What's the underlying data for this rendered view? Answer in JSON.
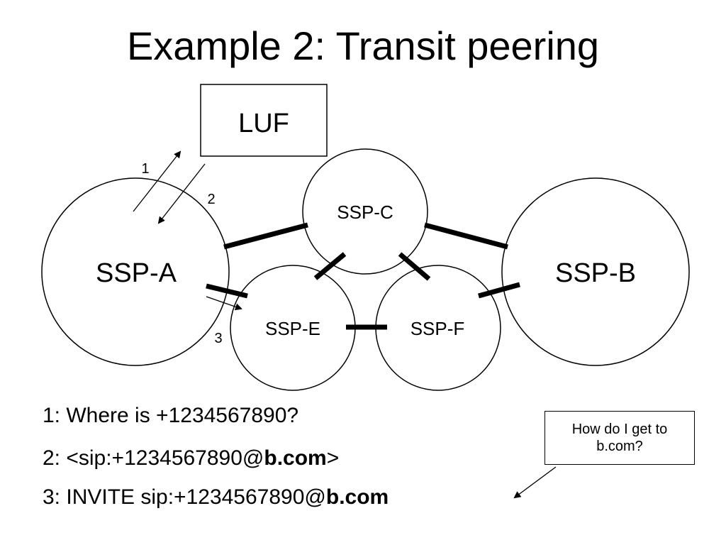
{
  "title": "Example 2: Transit peering",
  "nodes": {
    "luf": "LUF",
    "ssp_a": "SSP-A",
    "ssp_b": "SSP-B",
    "ssp_c": "SSP-C",
    "ssp_e": "SSP-E",
    "ssp_f": "SSP-F"
  },
  "step_numbers": {
    "one": "1",
    "two": "2",
    "three": "3"
  },
  "legend": {
    "line1": "1: Where is +1234567890?",
    "line2_prefix": "2: <sip:+1234567890@",
    "line2_bold": "b.com",
    "line2_suffix": ">",
    "line3_prefix": "3: INVITE sip:+1234567890@",
    "line3_bold": "b.com"
  },
  "callout": "How do I get to b.com?"
}
